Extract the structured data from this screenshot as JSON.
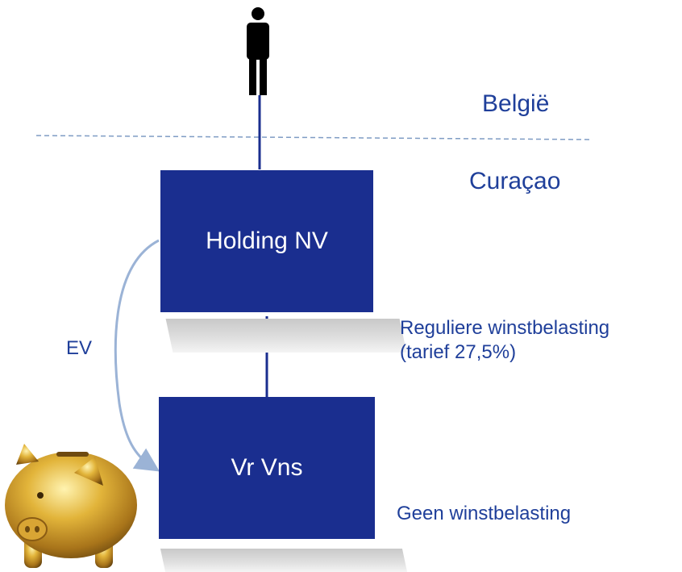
{
  "regions": {
    "top": "België",
    "bottom": "Curaçao"
  },
  "entities": {
    "holding": {
      "label": "Holding NV",
      "tax_note": [
        "Reguliere winstbelasting",
        "(tarief 27,5%)"
      ]
    },
    "foundation": {
      "label": "Vr Vns",
      "tax_note": [
        "Geen winstbelasting"
      ]
    }
  },
  "flow_label": "EV",
  "colors": {
    "box": "#1a2e8f",
    "text": "#1f3f9a",
    "connector": "#1a2e8f",
    "arrow": "#9bb3d6",
    "border_line": "#7f9cc4"
  },
  "icons": {
    "person": "person-icon",
    "piggy_bank": "piggy-bank-icon"
  }
}
